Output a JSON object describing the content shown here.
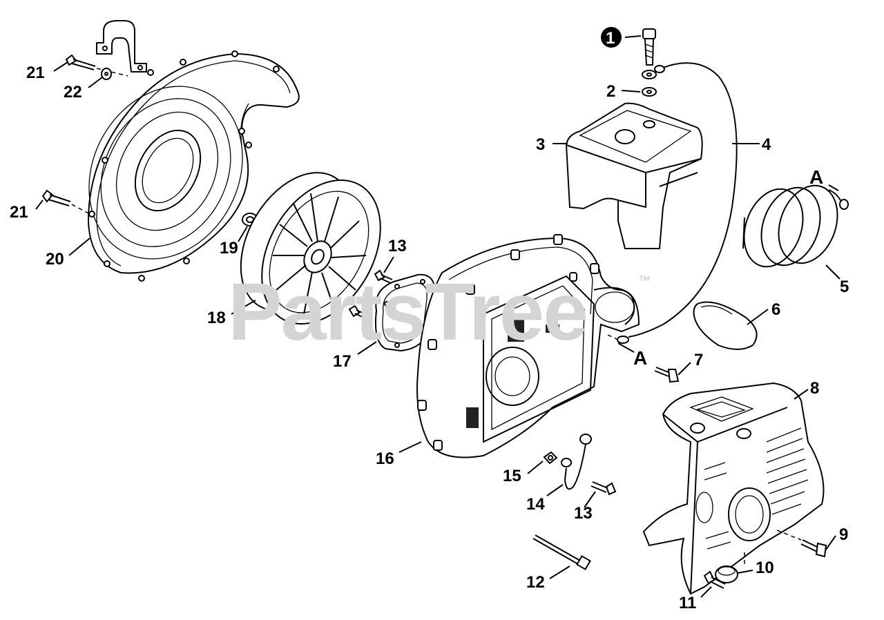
{
  "watermark": {
    "text": "PartsTree",
    "trademark": "™"
  },
  "reference_letter": "A",
  "parts": [
    {
      "id": "p1",
      "number": "1",
      "circled": true,
      "name": "screw"
    },
    {
      "id": "p2",
      "number": "2",
      "name": "washer"
    },
    {
      "id": "p3",
      "number": "3",
      "name": "shroud"
    },
    {
      "id": "p4",
      "number": "4",
      "name": "ground-wire"
    },
    {
      "id": "p5",
      "number": "5",
      "name": "coil-wire"
    },
    {
      "id": "p6",
      "number": "6",
      "name": "cap"
    },
    {
      "id": "p7",
      "number": "7",
      "name": "screw"
    },
    {
      "id": "p8",
      "number": "8",
      "name": "engine-housing"
    },
    {
      "id": "p9",
      "number": "9",
      "name": "screw"
    },
    {
      "id": "p10",
      "number": "10",
      "name": "plug"
    },
    {
      "id": "p11",
      "number": "11",
      "name": "screw"
    },
    {
      "id": "p12",
      "number": "12",
      "name": "cable-tie"
    },
    {
      "id": "p13a",
      "number": "13",
      "name": "screw"
    },
    {
      "id": "p13b",
      "number": "13",
      "name": "screw"
    },
    {
      "id": "p14",
      "number": "14",
      "name": "ground-lead"
    },
    {
      "id": "p15",
      "number": "15",
      "name": "nut"
    },
    {
      "id": "p16",
      "number": "16",
      "name": "fan-housing"
    },
    {
      "id": "p17",
      "number": "17",
      "name": "plate"
    },
    {
      "id": "p18",
      "number": "18",
      "name": "impeller"
    },
    {
      "id": "p19",
      "number": "19",
      "name": "nut"
    },
    {
      "id": "p20",
      "number": "20",
      "name": "fan-cover"
    },
    {
      "id": "p21a",
      "number": "21",
      "name": "screw"
    },
    {
      "id": "p21b",
      "number": "21",
      "name": "screw"
    },
    {
      "id": "p22",
      "number": "22",
      "name": "washer"
    }
  ]
}
